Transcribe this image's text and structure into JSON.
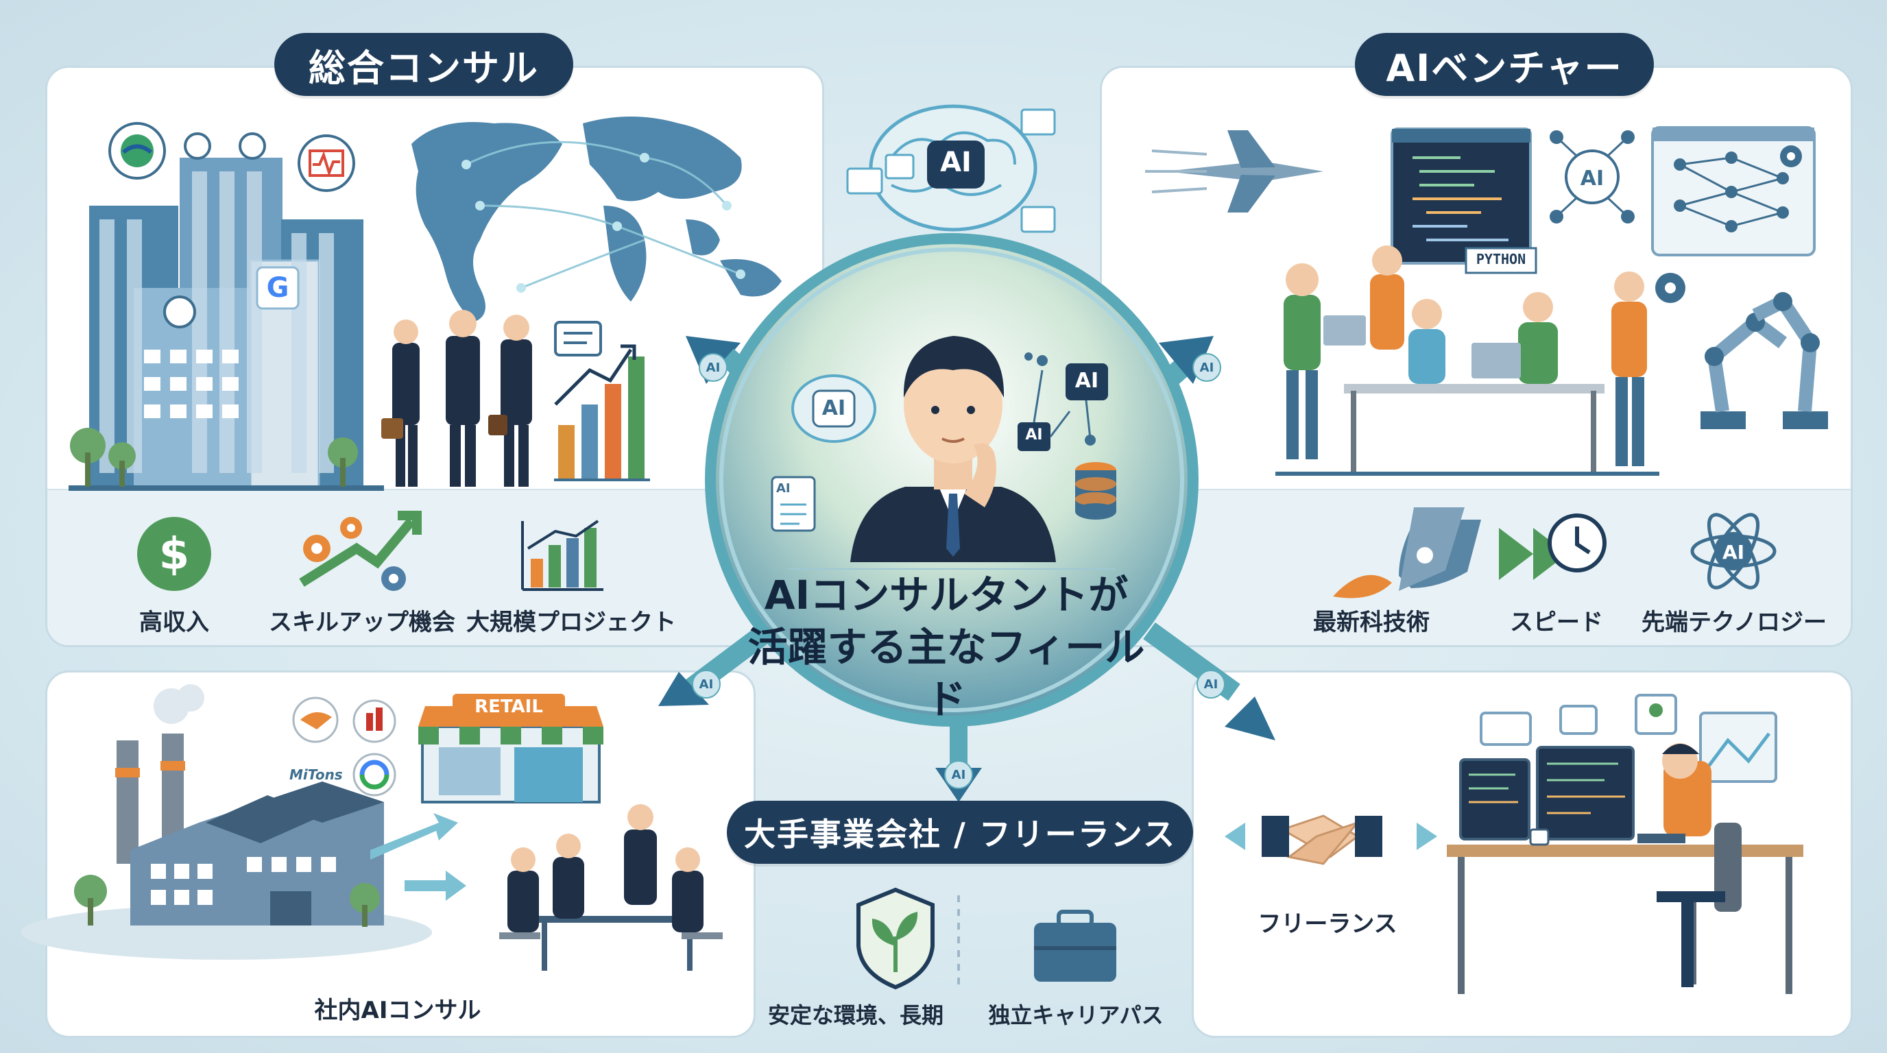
{
  "sections": {
    "consulting": {
      "title": "総合コンサル",
      "features": [
        "高収入",
        "スキルアップ機会",
        "大規模プロジェクト"
      ]
    },
    "venture": {
      "title": "AIベンチャー",
      "features": [
        "最新科技術",
        "スピード",
        "先端テクノロジー"
      ]
    },
    "inhouse": {
      "caption": "社内AIコンサル",
      "retail_sign": "RETAIL",
      "logo_text": "MiTons"
    },
    "enterprise_freelance": {
      "title": "大手事業会社 / フリーランス",
      "features": [
        "安定な環境、長期",
        "独立キャリアパス"
      ]
    },
    "freelance": {
      "caption": "フリーランス"
    }
  },
  "center": {
    "title_line1": "AIコンサルタントが",
    "title_line2": "活躍する主なフィールド",
    "badge": "AI"
  },
  "code_label": "PYTHON",
  "colors": {
    "navy": "#1f3c5a",
    "teal": "#5aa9b8",
    "green": "#4f9a5a",
    "orange": "#e8893a"
  }
}
